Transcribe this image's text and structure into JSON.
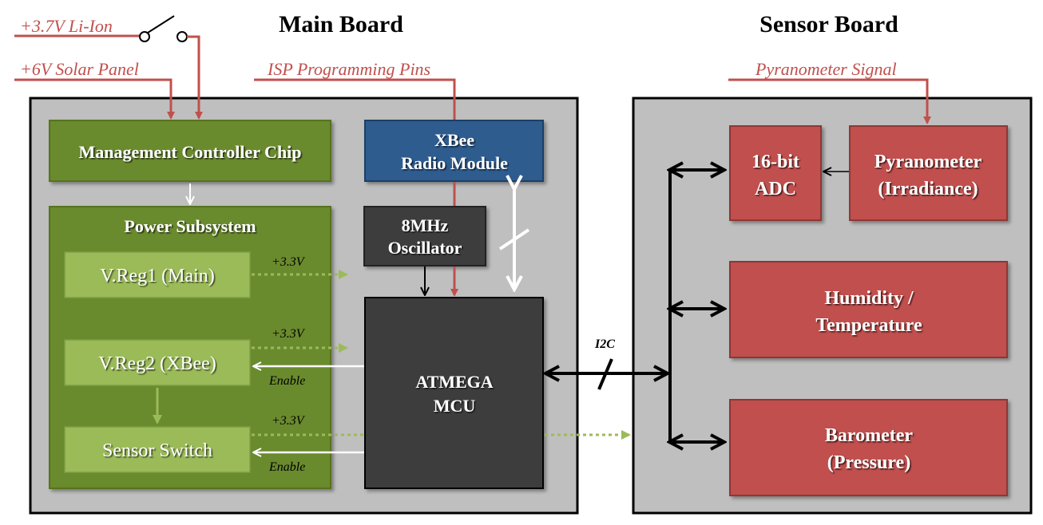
{
  "titles": {
    "main_board": "Main Board",
    "sensor_board": "Sensor Board"
  },
  "inputs": {
    "li_ion": "+3.7V Li-Ion",
    "solar": "+6V Solar Panel",
    "isp": "ISP Programming Pins",
    "pyranometer_signal": "Pyranometer Signal"
  },
  "main": {
    "mgmt_chip": "Management Controller Chip",
    "xbee_line1": "XBee",
    "xbee_line2": "Radio Module",
    "osc_line1": "8MHz",
    "osc_line2": "Oscillator",
    "power_subsystem": "Power Subsystem",
    "vreg1": "V.Reg1 (Main)",
    "vreg2": "V.Reg2 (XBee)",
    "sensor_switch": "Sensor Switch",
    "mcu_line1": "ATMEGA",
    "mcu_line2": "MCU"
  },
  "labels": {
    "v1": "+3.3V",
    "v2": "+3.3V",
    "v3": "+3.3V",
    "enable1": "Enable",
    "enable2": "Enable",
    "i2c": "I2C"
  },
  "sensor": {
    "adc_line1": "16-bit",
    "adc_line2": "ADC",
    "pyr_line1": "Pyranometer",
    "pyr_line2": "(Irradiance)",
    "hum_line1": "Humidity /",
    "hum_line2": "Temperature",
    "baro_line1": "Barometer",
    "baro_line2": "(Pressure)"
  },
  "colors": {
    "board_bg": "#bfbfbf",
    "green_dark": "#6a8a2e",
    "green_light": "#9bbb59",
    "blue": "#2e5b8f",
    "dark": "#3c3c3c",
    "red_box": "#c0504d",
    "red_line": "#c0504d",
    "green_dotted": "#9bbb59"
  }
}
